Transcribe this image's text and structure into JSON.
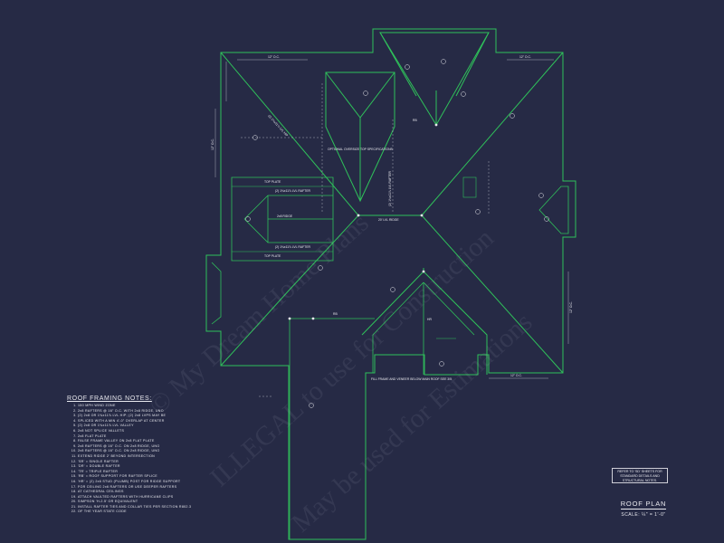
{
  "plan": {
    "labels": {
      "ridge_main": "20' LVL RIDGE",
      "lvl_rafter_vert": "(2) 1¾x11⅞ LVL RAFTER",
      "hip_upper_left": "(2) 1¾x11⅞ LVL HIP",
      "top_plate_upper": "TOP PLATE",
      "top_plate_lower": "TOP PLATE",
      "lvl_rafter_upper": "(2) 1¾x11⅞ LVL RAFTER",
      "lvl_rafter_lower": "(2) 1¾x11⅞ LVL RAFTER",
      "ridge_small": "2x8 RIDGE",
      "overframe_note": "OPTIONAL OVERSIZE TOP SPECIFICATIONS",
      "fill_frame_note": "FILL FRAME AND VENEER BELOW MAIN ROOF SEE 3/5",
      "rb": "RB",
      "hr": "HR",
      "dim_left_top": "12\" O.C.",
      "dim_right_top": "12\" O.C.",
      "dim_left_side": "12\" O.C.",
      "dim_right_side": "12\" O.C.",
      "dim_bottom": "12\" O.C."
    }
  },
  "notes": {
    "title": "ROOF FRAMING NOTES:",
    "items": [
      "150 MPH WIND ZONE",
      "2x8 RAFTERS @ 16\" O.C. WITH 2x8 RIDGE, UNO",
      "(2) 2x8 OR 1¾x11⅞ LVL HIP; (2) 2x8 LVPS MAY BE",
      "SPLICED WITH A MIN 4'-0\" OVERLAP AT CENTER",
      "(2) 2x8 OR 1¾x11⅞ LVL VALLEY",
      "2x8 NOT SPLICE VALLETS",
      "2x8 FLAT PLATE",
      "FALSE FRAME VALLEY ON 2x8 FLAT PLATE",
      "2x8 RAFTERS @ 16\" O.C. ON 2x8 RIDGE, UNO",
      "2x8 RAFTERS @ 16\" O.C. ON 2x8 RIDGE, UNO",
      "EXTEND RIDGE 2' BEYOND INTERSECTION",
      "'SR' = SINGLE RAFTER",
      "'DR' = DOUBLE RAFTER",
      "'TR' = TRIPLE RAFTER",
      "'RB' = ROOF SUPPORT FOR RAFTER SPLICE",
      "'HR' = (2) 2x6 STUD (PLUMB) POST FOR RIDGE SUPPORT",
      "FOR CEILING 2x6 RAFTERS OR USE DEEPER RAFTERS",
      "AT CATHEDRAL CEILINGS",
      "ATTACH VAULTED RAFTERS WITH HURRICANE CLIPS",
      "SIMPSON 'H-2.5' OR EQUIVALENT",
      "INSTALL RAFTER TIES AND COLLAR TIES PER SECTION R802.3",
      "OF THE YEAR STATE CODE"
    ]
  },
  "reference": "REFER TO 'SD' SHEETS FOR STANDARD DETAILS AND STRUCTURAL NOTES.",
  "title_block": {
    "title": "ROOF PLAN",
    "scale": "SCALE: ¼\" = 1'-0\""
  },
  "watermark": {
    "line1": "© My Dream Home Plans",
    "line2": "ILLEGAL to use for Construction",
    "line3": "May be used for Estimations"
  },
  "colors": {
    "background": "#262a45",
    "line": "#2fc05a",
    "text": "#e8e8ee",
    "dim": "#c9c9d4"
  }
}
